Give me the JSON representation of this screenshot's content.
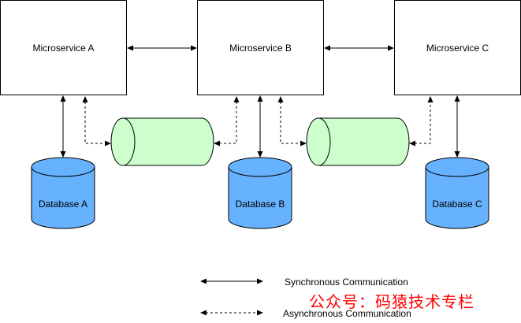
{
  "services": [
    {
      "id": "a",
      "label": "Microservice A"
    },
    {
      "id": "b",
      "label": "Microservice B"
    },
    {
      "id": "c",
      "label": "Microservice C"
    }
  ],
  "databases": [
    {
      "id": "a",
      "label": "Database A"
    },
    {
      "id": "b",
      "label": "Database B"
    },
    {
      "id": "c",
      "label": "Database C"
    }
  ],
  "legend": {
    "sync_label": "Synchronous Communication",
    "async_label": "Asynchronous Communication"
  },
  "watermark": "公众号：码猿技术专栏",
  "colors": {
    "database_fill": "#66b2ff",
    "queue_fill": "#ccffcc",
    "stroke": "#000000",
    "watermark": "#ff0000"
  }
}
